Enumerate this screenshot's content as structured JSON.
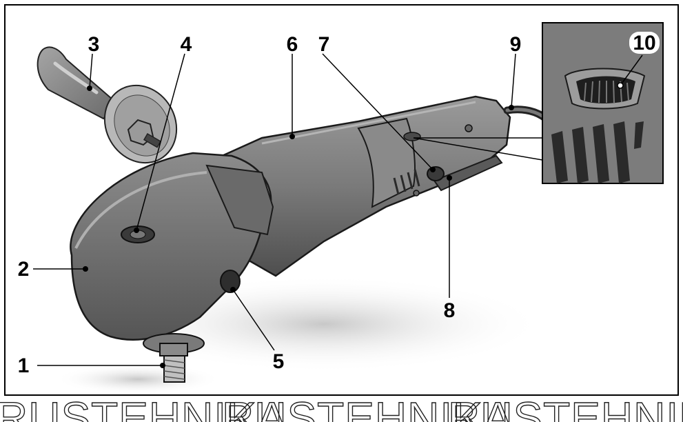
{
  "figure": {
    "callouts": [
      {
        "id": "1",
        "label": "1"
      },
      {
        "id": "2",
        "label": "2"
      },
      {
        "id": "3",
        "label": "3"
      },
      {
        "id": "4",
        "label": "4"
      },
      {
        "id": "5",
        "label": "5"
      },
      {
        "id": "6",
        "label": "6"
      },
      {
        "id": "7",
        "label": "7"
      },
      {
        "id": "8",
        "label": "8"
      },
      {
        "id": "9",
        "label": "9"
      },
      {
        "id": "10",
        "label": "10"
      }
    ],
    "watermark": [
      "RUSTEHNIKA",
      "RUSTEHNIKA",
      "RUSTEHNIK"
    ]
  }
}
